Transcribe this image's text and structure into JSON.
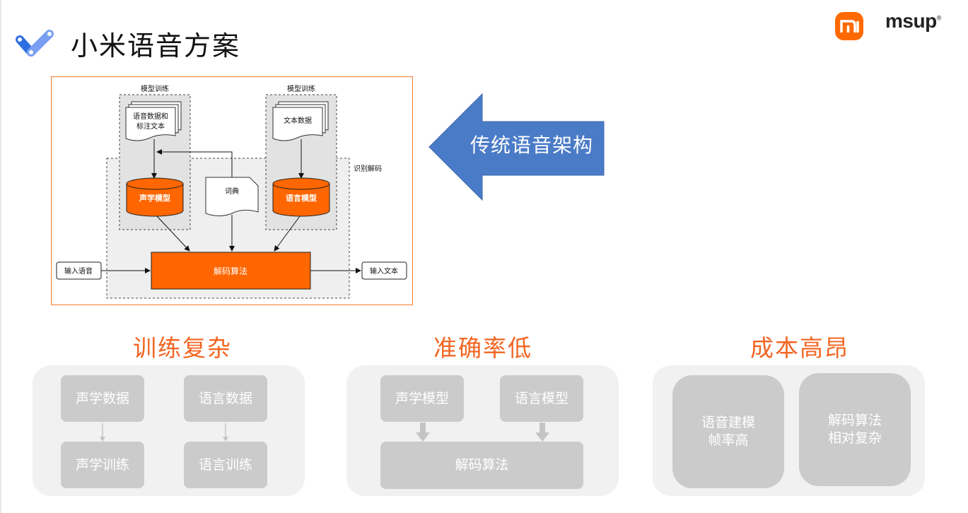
{
  "header": {
    "title": "小米语音方案",
    "brand_logo_icon": "xiaomi-mi-logo",
    "partner_logo_text": "msup",
    "partner_logo_mark": "®",
    "title_icon": "check-ribbon-icon"
  },
  "diagram": {
    "model_training_left": "模型训练",
    "model_training_right": "模型训练",
    "speech_data_line1": "语音数据和",
    "speech_data_line2": "标注文本",
    "text_data": "文本数据",
    "acoustic_model": "声学模型",
    "lexicon": "词典",
    "language_model": "语言模型",
    "recognition_decoding": "识别解码",
    "decoding_algorithm": "解码算法",
    "input_speech": "输入语音",
    "output_text": "输入文本"
  },
  "callout": {
    "text": "传统语音架构",
    "color": "#4a7bc7"
  },
  "sections": [
    {
      "title": "训练复杂",
      "boxes": [
        "声学数据",
        "语言数据",
        "声学训练",
        "语言训练"
      ]
    },
    {
      "title": "准确率低",
      "boxes": [
        "声学模型",
        "语言模型",
        "解码算法"
      ]
    },
    {
      "title": "成本高昂",
      "boxes": [
        {
          "line1": "语音建模",
          "line2": "帧率高"
        },
        {
          "line1": "解码算法",
          "line2": "相对复杂"
        }
      ]
    }
  ],
  "colors": {
    "accent_orange": "#ff6600",
    "section_title": "#f26522",
    "box_gray": "#cbcbcb",
    "panel_gray": "#f1f1f1"
  }
}
